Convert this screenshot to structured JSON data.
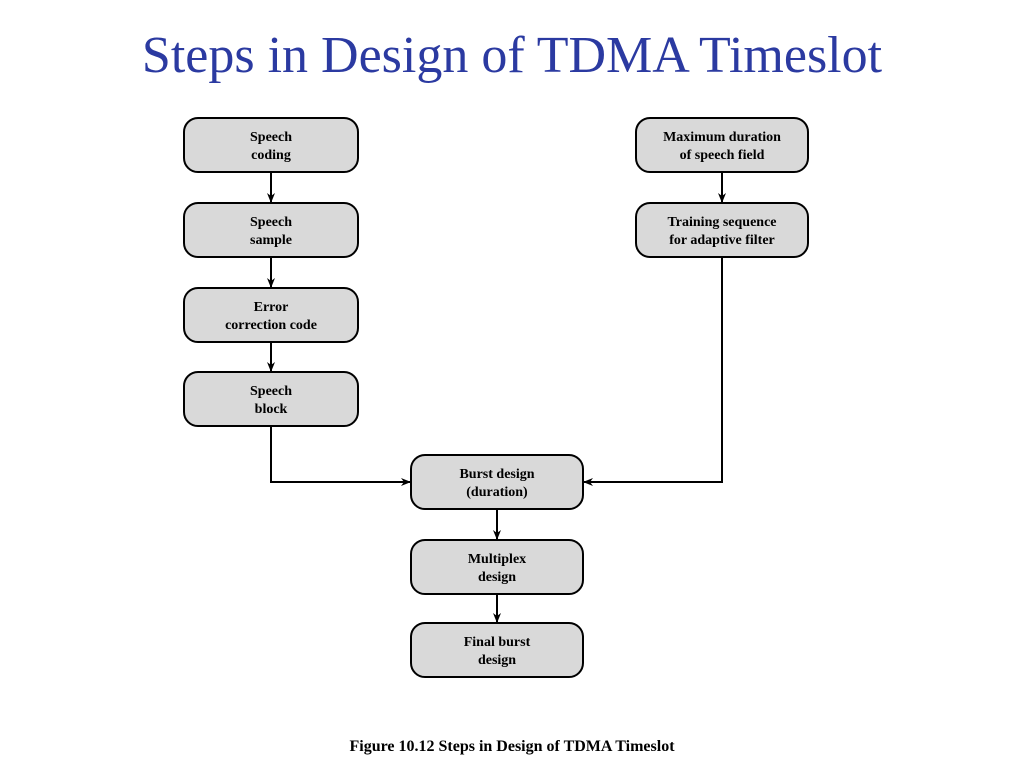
{
  "slide": {
    "title": "Steps in Design of TDMA Timeslot",
    "caption": "Figure 10.12  Steps in Design of TDMA Timeslot"
  },
  "colors": {
    "title": "#2b3aa1",
    "box_fill": "#d9d9d9",
    "box_stroke": "#000000",
    "text": "#000000"
  },
  "nodes": [
    {
      "id": "speech-coding",
      "lines": [
        "Speech",
        "coding"
      ]
    },
    {
      "id": "speech-sample",
      "lines": [
        "Speech",
        "sample"
      ]
    },
    {
      "id": "error-correction-code",
      "lines": [
        "Error",
        "correction code"
      ]
    },
    {
      "id": "speech-block",
      "lines": [
        "Speech",
        "block"
      ]
    },
    {
      "id": "max-duration-speech-field",
      "lines": [
        "Maximum duration",
        "of speech field"
      ]
    },
    {
      "id": "training-sequence",
      "lines": [
        "Training sequence",
        "for adaptive filter"
      ]
    },
    {
      "id": "burst-design",
      "lines": [
        "Burst design",
        "(duration)"
      ]
    },
    {
      "id": "multiplex-design",
      "lines": [
        "Multiplex",
        "design"
      ]
    },
    {
      "id": "final-burst-design",
      "lines": [
        "Final burst",
        "design"
      ]
    }
  ],
  "edges": [
    {
      "from": "speech-coding",
      "to": "speech-sample"
    },
    {
      "from": "speech-sample",
      "to": "error-correction-code"
    },
    {
      "from": "error-correction-code",
      "to": "speech-block"
    },
    {
      "from": "speech-block",
      "to": "burst-design"
    },
    {
      "from": "max-duration-speech-field",
      "to": "training-sequence"
    },
    {
      "from": "training-sequence",
      "to": "burst-design"
    },
    {
      "from": "burst-design",
      "to": "multiplex-design"
    },
    {
      "from": "multiplex-design",
      "to": "final-burst-design"
    }
  ]
}
